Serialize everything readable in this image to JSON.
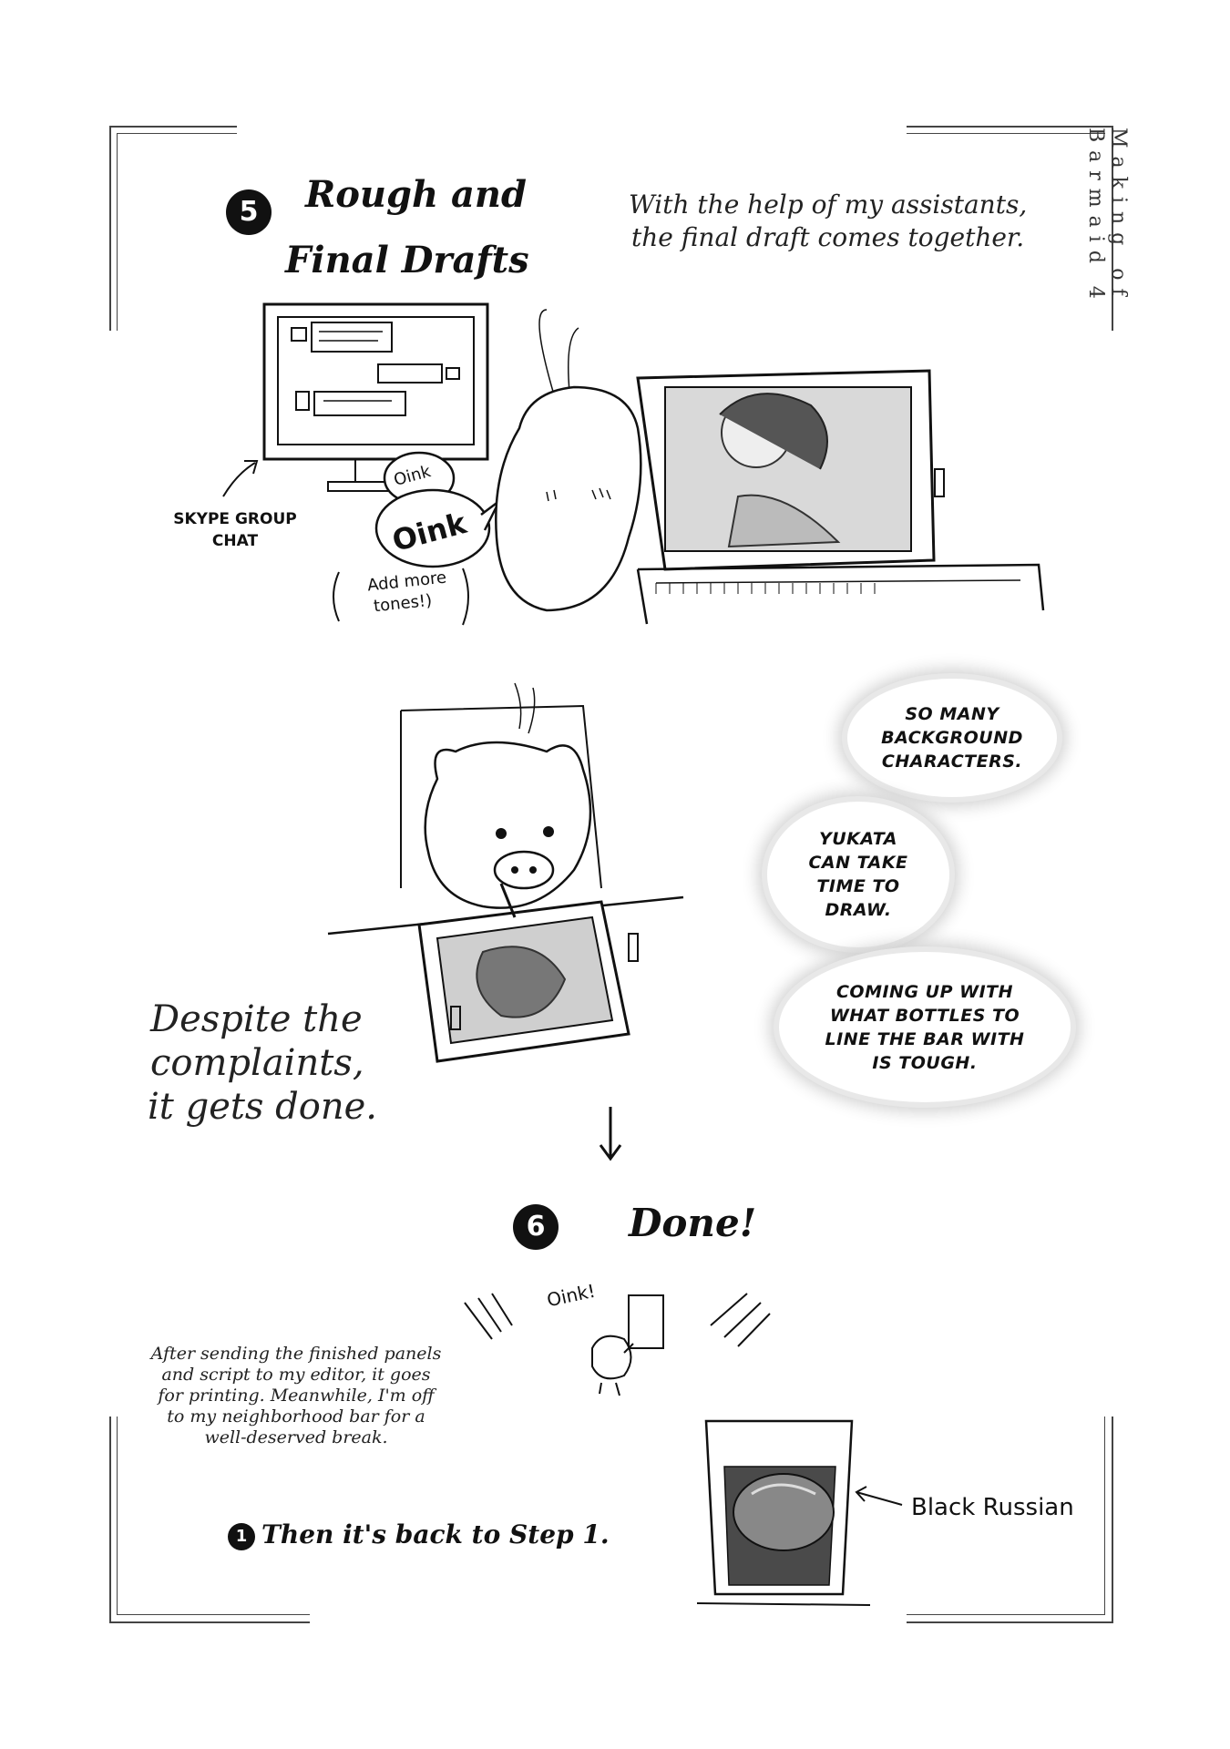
{
  "side_title": "Making of Barmaid 4",
  "step5": {
    "number": "5",
    "title_line1": "Rough and",
    "title_line2": "Final Drafts",
    "caption_line1": "With the help of my assistants,",
    "caption_line2": "the final draft comes together.",
    "oink_small": "Oink",
    "oink_large": "Oink",
    "note_line1": "Add more",
    "note_line2": "tones!)",
    "skype_label_line1": "SKYPE GROUP",
    "skype_label_line2": "CHAT"
  },
  "complaints": {
    "bubble1": "SO MANY\nBACKGROUND\nCHARACTERS.",
    "bubble2": "YUKATA\nCAN TAKE\nTIME TO\nDRAW.",
    "bubble3": "COMING UP WITH\nWHAT BOTTLES TO\nLINE THE BAR WITH\nIS TOUGH.",
    "caption_line1": "Despite the",
    "caption_line2": "complaints,",
    "caption_line3": "it gets done."
  },
  "step6": {
    "number": "6",
    "title": "Done!",
    "oink": "Oink!",
    "note_line1": "After sending the finished panels",
    "note_line2": "and script to my editor, it goes",
    "note_line3": "for printing. Meanwhile, I'm off",
    "note_line4": "to my neighborhood bar for a",
    "note_line5": "well-deserved break.",
    "back_number": "1",
    "back_text": "Then it's back to Step 1.",
    "drink_label": "Black Russian"
  }
}
